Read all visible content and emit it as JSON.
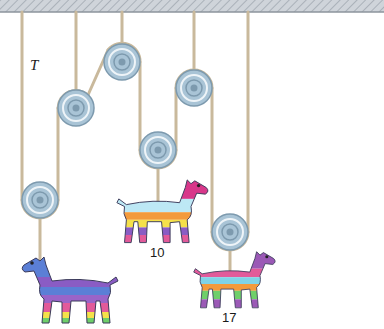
{
  "diagram": {
    "labels": [
      "T",
      "10",
      "17"
    ]
  }
}
